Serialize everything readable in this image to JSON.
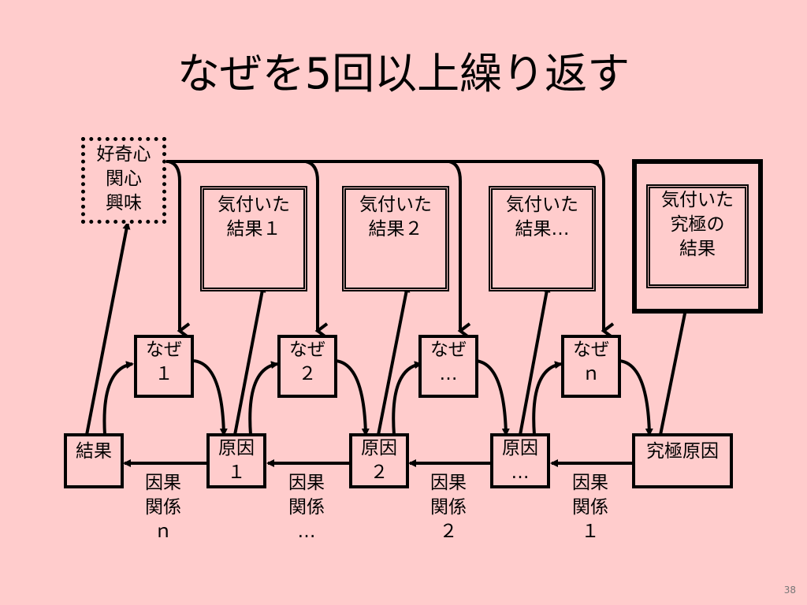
{
  "title": "なぜを5回以上繰り返す",
  "curiosity": "好奇心\n関心\n興味",
  "results": [
    "気付いた\n結果１",
    "気付いた\n結果２",
    "気付いた\n結果…",
    "気付いた\n究極の\n結果"
  ],
  "whys": [
    "なぜ\n１",
    "なぜ\n２",
    "なぜ\n…",
    "なぜ\nｎ"
  ],
  "bottom_row": [
    "結果",
    "原因\n１",
    "原因\n２",
    "原因\n…",
    "究極原因"
  ],
  "causality_labels": [
    "因果\n関係\nｎ",
    "因果\n関係\n…",
    "因果\n関係\n２",
    "因果\n関係\n１"
  ],
  "page_number": "38"
}
